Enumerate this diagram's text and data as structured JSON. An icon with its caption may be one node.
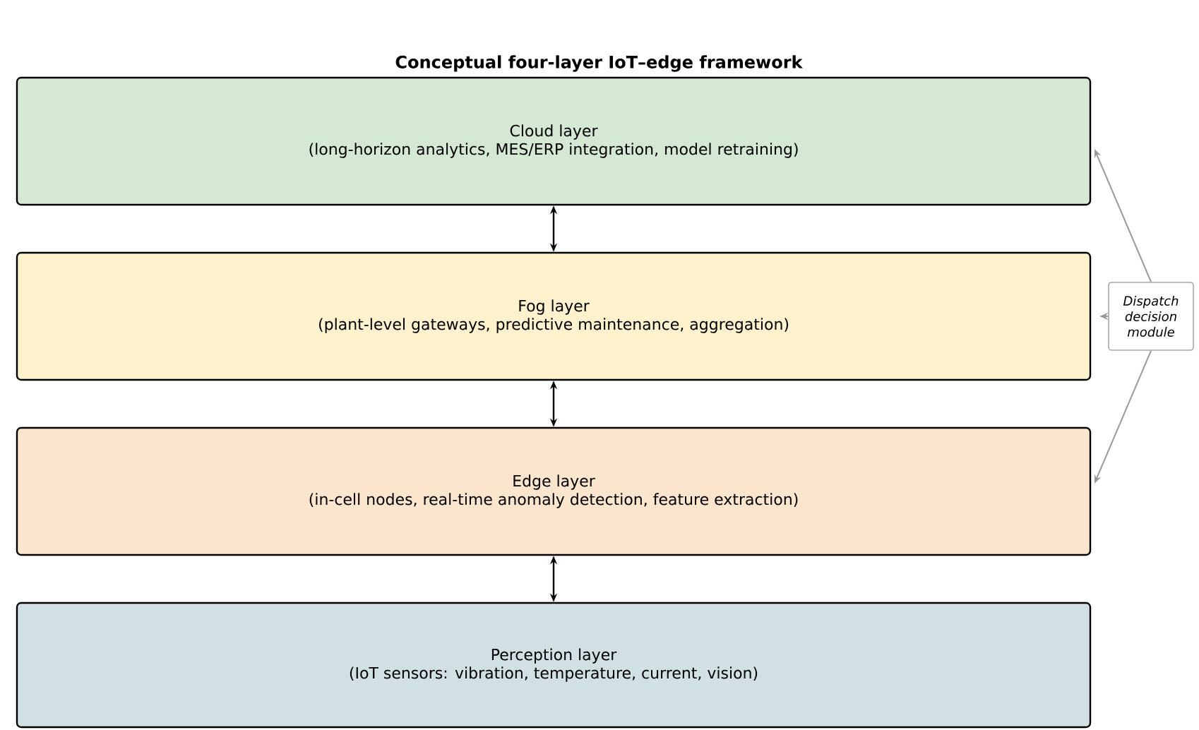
{
  "diagram": {
    "title": "Conceptual four-layer IoT–edge framework",
    "nodes": [
      {
        "text": [
          "Cloud layer",
          "(long-horizon analytics, MES/ERP integration, model retraining)"
        ]
      },
      {
        "text": [
          "Fog layer",
          "(plant-level gateways, predictive maintenance, aggregation)"
        ]
      },
      {
        "text": [
          "Edge layer",
          "(in-cell nodes, real-time anomaly detection, feature extraction)"
        ]
      },
      {
        "text": [
          "Perception layer",
          "(IoT sensors: vibration, temperature, current, vision)"
        ]
      },
      {
        "text": [
          "Dispatch decision module"
        ]
      }
    ],
    "edges": [
      {
        "from": 0,
        "to": 1,
        "arrow": "both"
      },
      {
        "from": 1,
        "to": 2,
        "arrow": "both"
      },
      {
        "from": 2,
        "to": 3,
        "arrow": "both"
      },
      {
        "from": 4,
        "to": 0,
        "arrow": "to",
        "color": "#999999"
      },
      {
        "from": 4,
        "to": 1,
        "arrow": "to",
        "color": "#999999"
      },
      {
        "from": 4,
        "to": 2,
        "arrow": "to",
        "color": "#999999"
      }
    ]
  }
}
